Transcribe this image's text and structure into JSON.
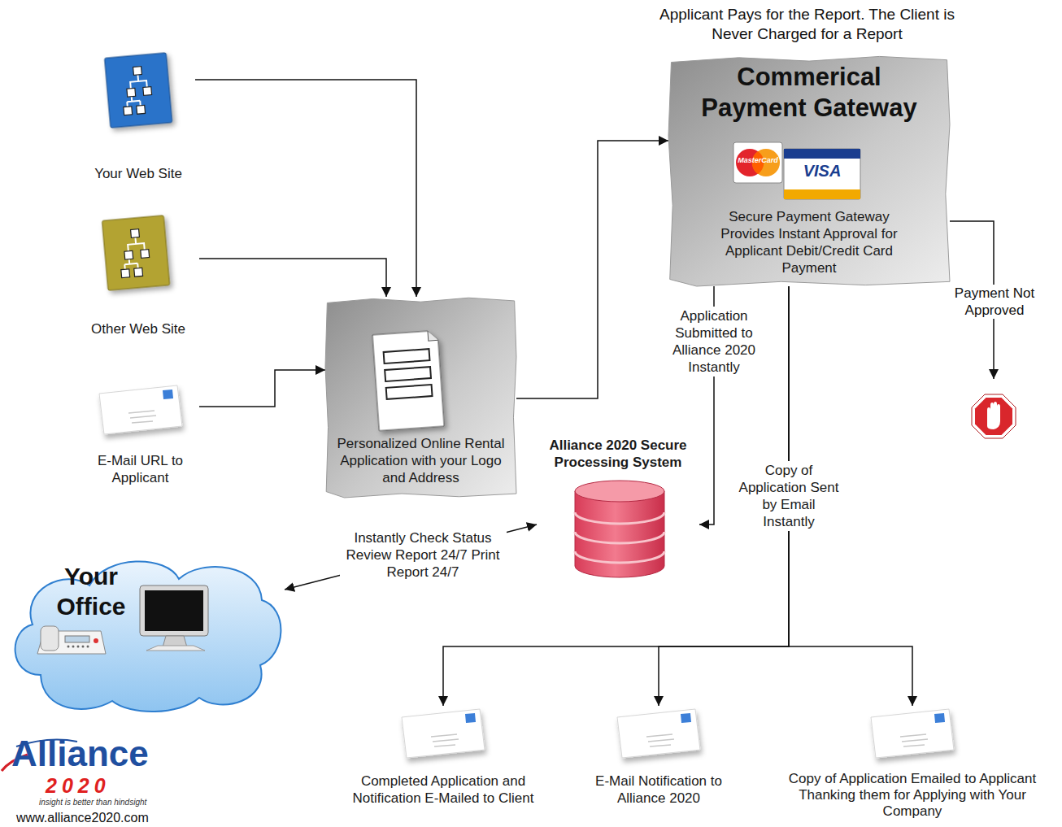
{
  "diagram": {
    "nodes": [
      {
        "text": [
          "Your Web Site"
        ]
      },
      {
        "text": [
          "Other Web Site"
        ]
      },
      {
        "text": [
          "E-Mail URL to Applicant"
        ]
      },
      {
        "text": [
          "Personalized Online Rental Application with your Logo and Address"
        ]
      },
      {
        "text": [
          "Commerical Payment Gateway",
          "Secure Payment Gateway Provides Instant Approval for Applicant Debit/Credit Card Payment"
        ]
      },
      {
        "text": [
          "Alliance 2020 Secure Processing System"
        ]
      },
      {
        "text": [
          "Your Office"
        ]
      },
      {
        "text": [
          "Completed Application and Notification E-Mailed to Client"
        ]
      },
      {
        "text": [
          "E-Mail Notification to Alliance 2020"
        ]
      },
      {
        "text": [
          "Copy of Application Emailed to Applicant Thanking them for Applying with Your Company"
        ]
      }
    ],
    "edges": [
      {
        "from": 0,
        "to": 3,
        "arrow": "to"
      },
      {
        "from": 1,
        "to": 3,
        "arrow": "to"
      },
      {
        "from": 2,
        "to": 3,
        "arrow": "to"
      },
      {
        "from": 3,
        "to": 4,
        "arrow": "to"
      },
      {
        "from": 4,
        "to": 5,
        "arrow": "to",
        "label": "Application Submitted to Alliance 2020 Instantly"
      },
      {
        "from": 5,
        "to": 6,
        "arrow": "both",
        "label": "Instantly Check Status Review Report 24/7 Print Report 24/7"
      },
      {
        "from": 4,
        "to": 7,
        "arrow": "to"
      },
      {
        "from": 4,
        "to": 8,
        "arrow": "to",
        "label": "Copy of Application Sent by Email Instantly"
      },
      {
        "from": 4,
        "to": 9,
        "arrow": "to"
      }
    ],
    "labels": [
      "Applicant Pays for the Report. The Client is Never Charged for a Report",
      "MasterCard",
      "VISA",
      "Payment Not Approved",
      "Alliance",
      "2020",
      "insight is better than hindsight",
      "www.alliance2020.com"
    ]
  }
}
